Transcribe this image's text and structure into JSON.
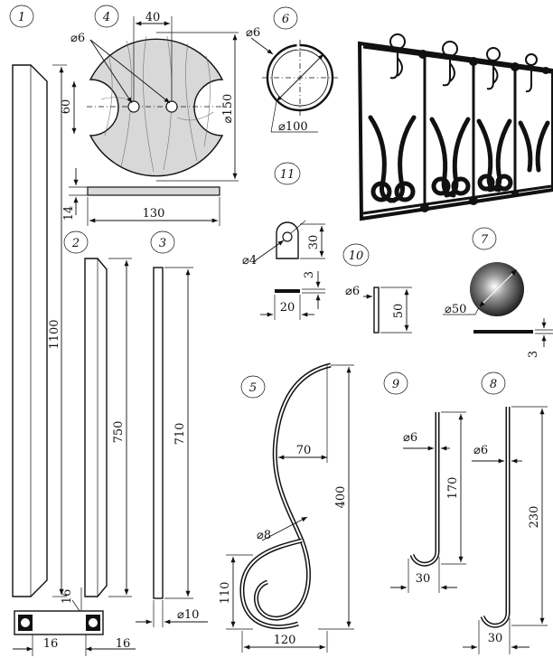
{
  "parts": [
    {
      "id": "p1",
      "number": "1",
      "dims": {
        "length": "1100",
        "leg": "16",
        "side_a": "16",
        "side_b": "16"
      }
    },
    {
      "id": "p2",
      "number": "2",
      "dims": {
        "length": "750"
      }
    },
    {
      "id": "p3",
      "number": "3",
      "dims": {
        "length": "710",
        "diameter": "⌀10"
      }
    },
    {
      "id": "p4",
      "number": "4",
      "dims": {
        "top": "40",
        "hole": "⌀6",
        "cut": "60",
        "diameter": "⌀150",
        "thickness": "14",
        "width": "130"
      }
    },
    {
      "id": "p5",
      "number": "5",
      "dims": {
        "height": "400",
        "width_top": "70",
        "wire": "⌀8",
        "low": "110",
        "width": "120"
      }
    },
    {
      "id": "p6",
      "number": "6",
      "dims": {
        "wire": "⌀6",
        "diameter": "⌀100"
      }
    },
    {
      "id": "p7",
      "number": "7",
      "dims": {
        "diameter": "⌀50",
        "thickness": "3"
      }
    },
    {
      "id": "p8",
      "number": "8",
      "dims": {
        "wire": "⌀6",
        "height": "230",
        "hook": "30"
      }
    },
    {
      "id": "p9",
      "number": "9",
      "dims": {
        "wire": "⌀6",
        "height": "170",
        "hook": "30"
      }
    },
    {
      "id": "p10",
      "number": "10",
      "dims": {
        "wire": "⌀6",
        "height": "50"
      }
    },
    {
      "id": "p11",
      "number": "11",
      "dims": {
        "hole": "⌀4",
        "height": "30",
        "thickness": "3",
        "width": "20"
      }
    }
  ],
  "colors": {
    "ink": "#111111",
    "wood": "#d8d8d8",
    "paper": "#ffffff"
  }
}
